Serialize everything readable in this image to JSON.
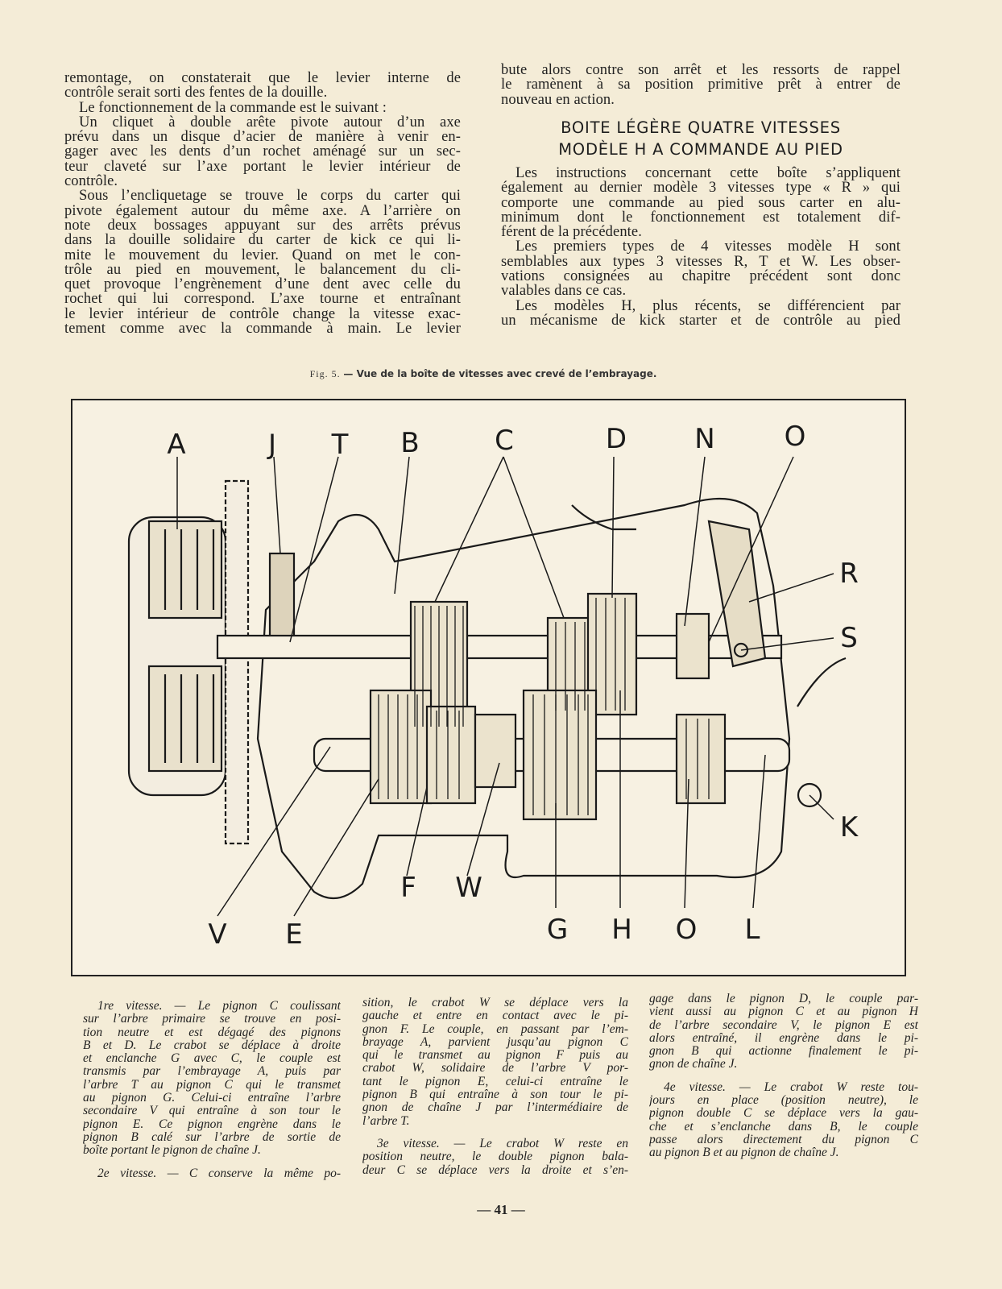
{
  "left_column": {
    "paragraphs": [
      {
        "cont": true,
        "lines": [
          "remontage, on constaterait que le levier interne de",
          "contrôle serait sorti des fentes de la douille."
        ]
      },
      {
        "lines": [
          "Le fonctionnement de la commande est le suivant :"
        ]
      },
      {
        "lines": [
          "Un cliquet à double arête pivote autour d’un axe",
          "prévu dans un disque d’acier de manière à venir en-",
          "gager avec les dents d’un rochet aménagé sur un sec-",
          "teur claveté sur l’axe portant le levier intérieur de",
          "contrôle."
        ]
      },
      {
        "lines": [
          "Sous l’encliquetage se trouve le corps du carter qui",
          "pivote également autour du même axe. A l’arrière on",
          "note deux bossages appuyant sur des arrêts prévus",
          "dans la douille solidaire du carter de kick ce qui li-",
          "mite le mouvement du levier. Quand on met le con-",
          "trôle au pied en mouvement, le balancement du cli-",
          "quet provoque l’engrènement d’une dent avec celle du",
          "rochet qui lui correspond. L’axe tourne et entraînant",
          "le levier intérieur de contrôle change la vitesse exac-",
          "tement comme avec la commande à main. Le levier"
        ],
        "open": true
      }
    ]
  },
  "right_column_top": {
    "paragraphs": [
      {
        "cont": true,
        "lines": [
          "bute alors contre son arrêt et les ressorts de rappel",
          "le ramènent à sa position primitive prêt à entrer de",
          "nouveau en action."
        ]
      }
    ]
  },
  "heading": {
    "line1": "BOITE LÉGÈRE QUATRE VITESSES",
    "line2": "MODÈLE H A COMMANDE AU PIED"
  },
  "right_column": {
    "paragraphs": [
      {
        "lines": [
          "Les instructions concernant cette boîte s’appliquent",
          "également au dernier modèle 3 vitesses type « R » qui",
          "comporte une commande au pied sous carter en alu-",
          "minimum dont le fonctionnement est totalement dif-",
          "férent de la précédente."
        ]
      },
      {
        "lines": [
          "Les premiers types de 4 vitesses modèle H sont",
          "semblables aux types 3 vitesses R, T et W. Les obser-",
          "vations consignées au chapitre précédent sont donc",
          "valables dans ce cas."
        ]
      },
      {
        "lines": [
          "Les modèles H, plus récents, se différencient par",
          "un mécanisme de kick starter et de contrôle au pied"
        ],
        "open": true
      }
    ]
  },
  "figure": {
    "number": "Fig. 5.",
    "caption": "— Vue de la boîte de vitesses avec crevé de l’embrayage.",
    "labels": {
      "top": [
        "A",
        "J",
        "T",
        "B",
        "C",
        "D",
        "N",
        "O"
      ],
      "right": [
        "R",
        "S",
        "K"
      ],
      "bottom": [
        "V",
        "E",
        "F",
        "W",
        "G",
        "H",
        "O",
        "L"
      ]
    }
  },
  "bottom_col1": {
    "paragraphs": [
      {
        "lines": [
          "1re vitesse. — Le pignon C coulissant",
          "sur l’arbre primaire se trouve en posi-",
          "tion neutre et est dégagé des pignons",
          "B et D. Le crabot se déplace à droite",
          "et enclanche G avec C, le couple est",
          "transmis par l’embrayage A, puis par",
          "l’arbre T au pignon C qui le transmet",
          "au pignon G. Celui-ci entraîne l’arbre",
          "secondaire V qui entraîne à son tour le",
          "pignon E. Ce pignon engrène dans le",
          "pignon B calé sur l’arbre de sortie de",
          "boîte portant le pignon de chaîne J."
        ]
      },
      {
        "lines": [
          "2e vitesse. — C conserve la même po-"
        ],
        "open": true
      }
    ]
  },
  "bottom_col2": {
    "paragraphs": [
      {
        "cont": true,
        "lines": [
          "sition, le crabot W se déplace vers la",
          "gauche et entre en contact avec le pi-",
          "gnon F. Le couple, en passant par l’em-",
          "brayage A, parvient jusqu’au pignon C",
          "qui le transmet au pignon F puis au",
          "crabot W, solidaire de l’arbre V por-",
          "tant le pignon E, celui-ci entraîne le",
          "pignon B qui entraîne à son tour le pi-",
          "gnon de chaîne J par l’intermédiaire de",
          "l’arbre T."
        ]
      },
      {
        "lines": [
          "3e vitesse. — Le crabot W reste en",
          "position neutre, le double pignon bala-",
          "deur C se déplace vers la droite et s’en-"
        ],
        "open": true
      }
    ]
  },
  "bottom_col3": {
    "paragraphs": [
      {
        "cont": true,
        "lines": [
          "gage dans le pignon D, le couple par-",
          "vient aussi au pignon C et au pignon H",
          "de l’arbre secondaire V, le pignon E est",
          "alors entraîné, il engrène dans le pi-",
          "gnon B qui actionne finalement le pi-",
          "gnon de chaîne J."
        ]
      },
      {
        "lines": [
          "4e vitesse. — Le crabot W reste tou-",
          "jours en place (position neutre), le",
          "pignon double C se déplace vers la gau-",
          "che et s’enclanche dans B, le couple",
          "passe alors directement du pignon C",
          "au pignon B et au pignon de chaîne J."
        ]
      }
    ]
  },
  "page_number": "— 41 —"
}
